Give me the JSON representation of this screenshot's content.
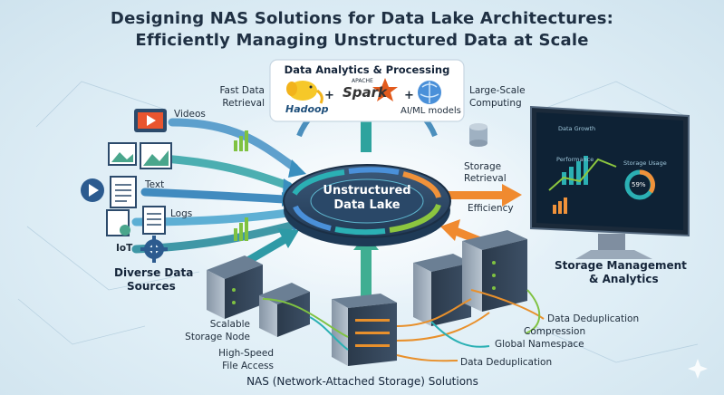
{
  "title": {
    "line1": "Designing NAS Solutions for Data Lake Architectures:",
    "line2": "Efficiently Managing Unstructured Data at Scale"
  },
  "analytics": {
    "header": "Data Analytics & Processing",
    "hadoop": "Hadoop",
    "spark": "Spark",
    "spark_small": "APACHE",
    "ai_ml": "AI/ML models",
    "plus": "+",
    "fast_retrieval_1": "Fast Data",
    "fast_retrieval_2": "Retrieval",
    "large_scale_1": "Large-Scale",
    "large_scale_2": "Computing"
  },
  "sources": {
    "videos": "Videos",
    "text": "Text",
    "logs": "Logs",
    "iot": "IoT",
    "caption_1": "Diverse Data",
    "caption_2": "Sources"
  },
  "center": {
    "line1": "Unstructured",
    "line2": "Data Lake"
  },
  "right_side": {
    "storage_retrieval_1": "Storage",
    "storage_retrieval_2": "Retrieval",
    "efficiency": "Efficiency",
    "mgmt_1": "Storage Management",
    "mgmt_2": "& Analytics",
    "monitor_title": "Data Growth",
    "monitor_perf": "Performance",
    "monitor_storage": "Storage Usage",
    "monitor_pct": "59%"
  },
  "nas": {
    "scalable_1": "Scalable",
    "scalable_2": "Storage Node",
    "highspeed_1": "High-Speed",
    "highspeed_2": "File Access",
    "dedup_top": "Data Deduplication",
    "compression": "Compression",
    "global_ns": "Global Namespace",
    "dedup_bottom": "Data Deduplication",
    "caption": "NAS (Network-Attached Storage) Solutions"
  },
  "colors": {
    "ring_teal": "#2bb0b4",
    "ring_orange": "#f0923a",
    "ring_green": "#8cc63f",
    "ring_blue": "#4a90d9",
    "arrow_teal": "#2e9aa6",
    "arrow_orange": "#f08a2f",
    "server_dark": "#2d3d4f",
    "cable_green": "#7fc241",
    "cable_orange": "#e8902c"
  }
}
